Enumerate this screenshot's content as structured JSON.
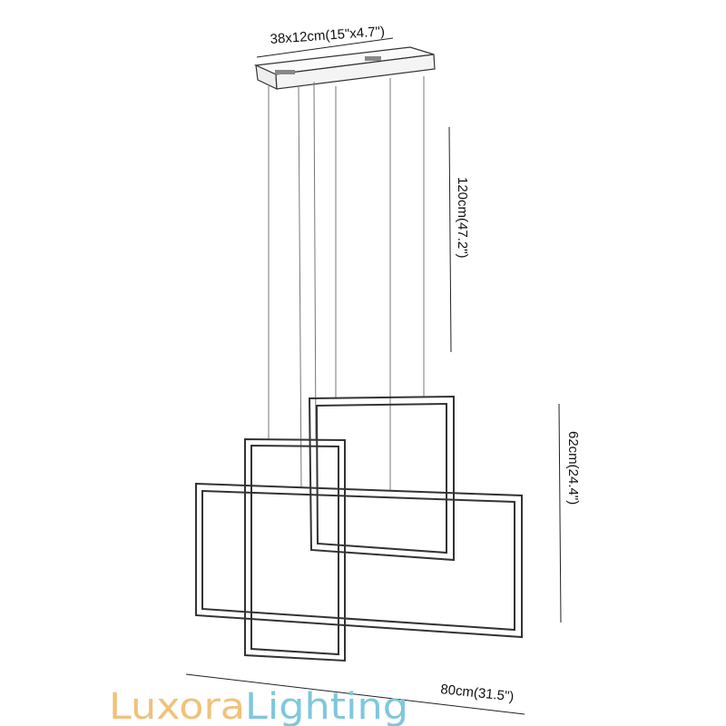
{
  "dimensions": {
    "canopy": "38x12cm(15\"x4.7\")",
    "drop": "120cm(47.2\")",
    "height": "62cm(24.4\")",
    "width": "80cm(31.5\")"
  },
  "logo": {
    "part1": "Luxora",
    "part2": "Lighting",
    "color1": "#f0c27a",
    "color2": "#7ec8dc"
  }
}
